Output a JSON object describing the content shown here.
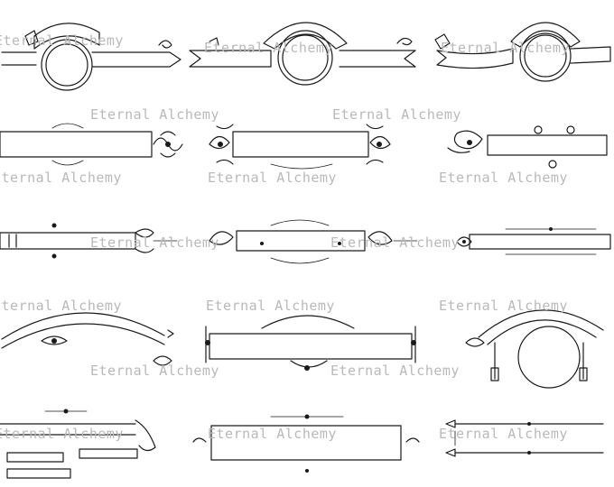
{
  "watermark": {
    "text": "Eternal Alchemy",
    "color": "#b9b9b9"
  },
  "sheet": {
    "background": "#ffffff",
    "ink": "#1a1a1a",
    "rows": [
      [
        "ribbon-medallion",
        "ribbon-medallion",
        "ribbon-medallion"
      ],
      [
        "ornate-bar",
        "ornate-bar",
        "ornate-bar"
      ],
      [
        "ornate-bar",
        "ornate-bar",
        "ornate-bar"
      ],
      [
        "arched-banner",
        "ornate-frame",
        "arched-medallion"
      ],
      [
        "scroll-bars",
        "ornate-bar-pair",
        "ornate-bar-pair"
      ]
    ]
  }
}
